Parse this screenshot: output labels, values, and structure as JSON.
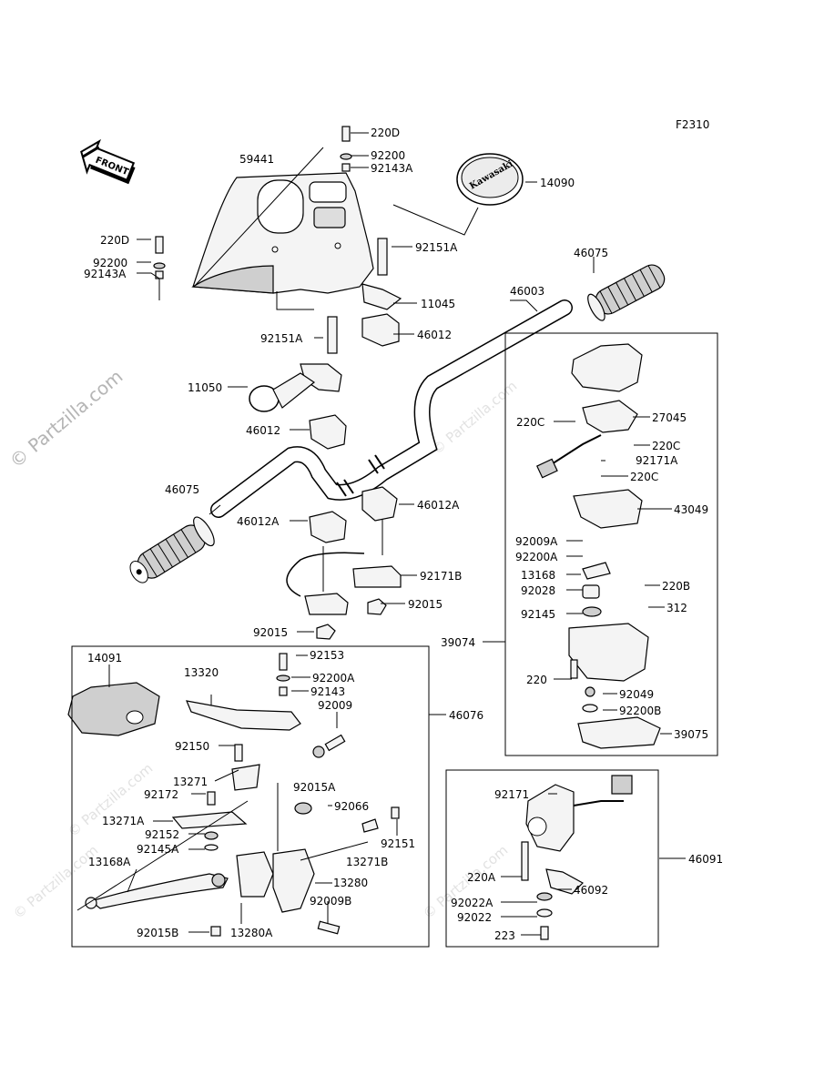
{
  "figure_code": "F2310",
  "watermarks": [
    "© Partzilla.com",
    "© Partzilla.com",
    "© Partzilla.com",
    "© Partzilla.com",
    "© Partzilla.com"
  ],
  "front_arrow_text": "FRONT",
  "brand_text": "Kawasaki",
  "parts": [
    {
      "id": "p220D_top",
      "label": "220D"
    },
    {
      "id": "p92200_top",
      "label": "92200"
    },
    {
      "id": "p92143A_top",
      "label": "92143A"
    },
    {
      "id": "p59441",
      "label": "59441"
    },
    {
      "id": "p14090",
      "label": "14090"
    },
    {
      "id": "p220D_left",
      "label": "220D"
    },
    {
      "id": "p92200_left",
      "label": "92200"
    },
    {
      "id": "p92143A_left",
      "label": "92143A"
    },
    {
      "id": "p92151A_r",
      "label": "92151A"
    },
    {
      "id": "p46075_r",
      "label": "46075"
    },
    {
      "id": "p11045",
      "label": "11045"
    },
    {
      "id": "p46003",
      "label": "46003"
    },
    {
      "id": "p46012_r",
      "label": "46012"
    },
    {
      "id": "p92151A_l",
      "label": "92151A"
    },
    {
      "id": "p11050",
      "label": "11050"
    },
    {
      "id": "p46012_l",
      "label": "46012"
    },
    {
      "id": "p46075_l",
      "label": "46075"
    },
    {
      "id": "p46012A_l",
      "label": "46012A"
    },
    {
      "id": "p46012A_r",
      "label": "46012A"
    },
    {
      "id": "p92171B",
      "label": "92171B"
    },
    {
      "id": "p92015_a",
      "label": "92015"
    },
    {
      "id": "p92015_b",
      "label": "92015"
    },
    {
      "id": "p220C_a",
      "label": "220C"
    },
    {
      "id": "p27045",
      "label": "27045"
    },
    {
      "id": "p220C_b",
      "label": "220C"
    },
    {
      "id": "p92171A",
      "label": "92171A"
    },
    {
      "id": "p220C_c",
      "label": "220C"
    },
    {
      "id": "p43049",
      "label": "43049"
    },
    {
      "id": "p92009A",
      "label": "92009A"
    },
    {
      "id": "p92200A_r",
      "label": "92200A"
    },
    {
      "id": "p13168",
      "label": "13168"
    },
    {
      "id": "p220B",
      "label": "220B"
    },
    {
      "id": "p92028",
      "label": "92028"
    },
    {
      "id": "p312",
      "label": "312"
    },
    {
      "id": "p92145",
      "label": "92145"
    },
    {
      "id": "p39074",
      "label": "39074"
    },
    {
      "id": "p220",
      "label": "220"
    },
    {
      "id": "p92049",
      "label": "92049"
    },
    {
      "id": "p92200B",
      "label": "92200B"
    },
    {
      "id": "p39075",
      "label": "39075"
    },
    {
      "id": "p14091",
      "label": "14091"
    },
    {
      "id": "p13320",
      "label": "13320"
    },
    {
      "id": "p92153",
      "label": "92153"
    },
    {
      "id": "p92200A_l",
      "label": "92200A"
    },
    {
      "id": "p92143",
      "label": "92143"
    },
    {
      "id": "p92009",
      "label": "92009"
    },
    {
      "id": "p46076",
      "label": "46076"
    },
    {
      "id": "p92150",
      "label": "92150"
    },
    {
      "id": "p13271",
      "label": "13271"
    },
    {
      "id": "p92015A",
      "label": "92015A"
    },
    {
      "id": "p92172",
      "label": "92172"
    },
    {
      "id": "p92066",
      "label": "92066"
    },
    {
      "id": "p13271A",
      "label": "13271A"
    },
    {
      "id": "p92152",
      "label": "92152"
    },
    {
      "id": "p92151",
      "label": "92151"
    },
    {
      "id": "p92145A",
      "label": "92145A"
    },
    {
      "id": "p13271B",
      "label": "13271B"
    },
    {
      "id": "p13168A",
      "label": "13168A"
    },
    {
      "id": "p13280",
      "label": "13280"
    },
    {
      "id": "p92009B",
      "label": "92009B"
    },
    {
      "id": "p92015B",
      "label": "92015B"
    },
    {
      "id": "p13280A",
      "label": "13280A"
    },
    {
      "id": "p92171",
      "label": "92171"
    },
    {
      "id": "p46091",
      "label": "46091"
    },
    {
      "id": "p220A",
      "label": "220A"
    },
    {
      "id": "p46092",
      "label": "46092"
    },
    {
      "id": "p92022A",
      "label": "92022A"
    },
    {
      "id": "p92022",
      "label": "92022"
    },
    {
      "id": "p223",
      "label": "223"
    }
  ]
}
